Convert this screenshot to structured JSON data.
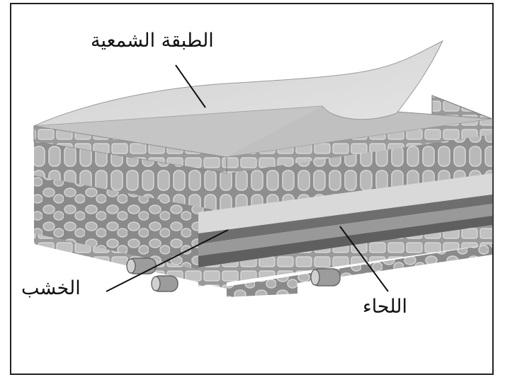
{
  "labels": {
    "wax_layer": "الطبقة الشمعية",
    "xylem": "الخشب",
    "phloem": "اللحاء"
  },
  "colors": {
    "frame": "#222222",
    "tissue_top": "#b8b8b8",
    "tissue_side": "#a4a4a4",
    "cell_wall": "#d2d2d2",
    "cuticle_sheet": "#d6d6d6",
    "vein_band": "#6e6e6e"
  }
}
